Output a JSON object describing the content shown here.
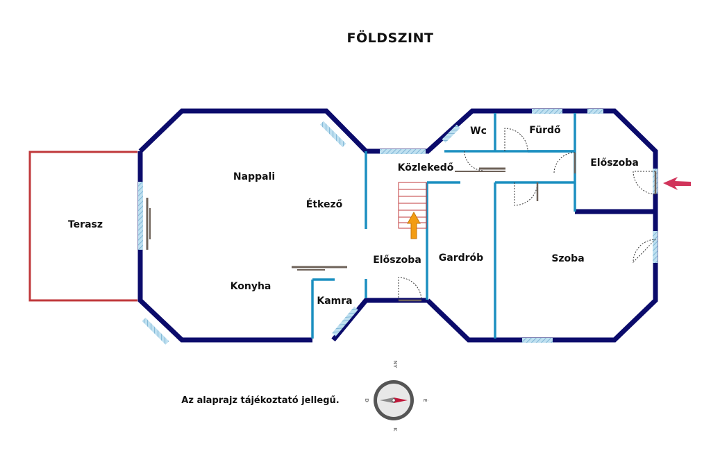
{
  "title": "FÖLDSZINT",
  "rooms": {
    "terasz": "Terasz",
    "nappali": "Nappali",
    "etkezo": "Étkező",
    "konyha": "Konyha",
    "kamra": "Kamra",
    "eloszoba_left": "Előszoba",
    "gardrob": "Gardrób",
    "kozlekedo": "Közlekedő",
    "wc": "Wc",
    "furdo": "Fürdő",
    "eloszoba_right": "Előszoba",
    "szoba": "Szoba"
  },
  "note": "Az alaprajz tájékoztató jellegű.",
  "compass": {
    "north": "NY",
    "east": "É",
    "south": "K",
    "west": "D"
  },
  "colors": {
    "outer_wall": "#0b0b6b",
    "inner_wall": "#1b8fc0",
    "terrace": "#c0383b",
    "window": "#a9d4ea",
    "stairs": "#c0383b",
    "arrow_stairs": "#f39c12",
    "entrance_arrow": "#d1345b"
  },
  "icons": {
    "entrance": "entrance-arrow-icon",
    "stairs": "stairs-up-arrow-icon",
    "compass": "compass-icon"
  }
}
